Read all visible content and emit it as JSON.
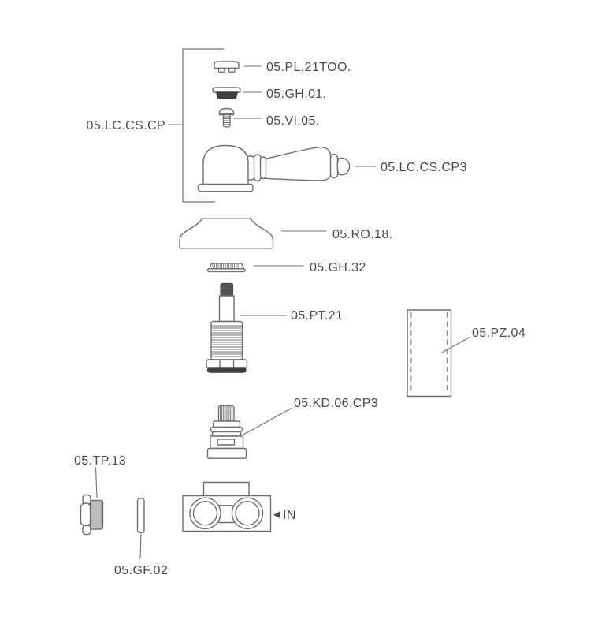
{
  "diagram": {
    "background_color": "#ffffff",
    "line_color": "#6f6f6f",
    "label_color": "#4a4a4a",
    "dark_fill_color": "#3f3f3f",
    "parts": [
      {
        "code": "05.LC.CS.CP"
      },
      {
        "code": "05.PL.21TOO."
      },
      {
        "code": "05.GH.01."
      },
      {
        "code": "05.VI.05."
      },
      {
        "code": "05.LC.CS.CP3"
      },
      {
        "code": "05.RO.18."
      },
      {
        "code": "05.GH.32"
      },
      {
        "code": "05.PT.21"
      },
      {
        "code": "05.PZ.04"
      },
      {
        "code": "05.KD.06.CP3"
      },
      {
        "code": "05.TP.13"
      },
      {
        "code": "05.GF.02"
      }
    ],
    "inlet_marker": "IN"
  }
}
